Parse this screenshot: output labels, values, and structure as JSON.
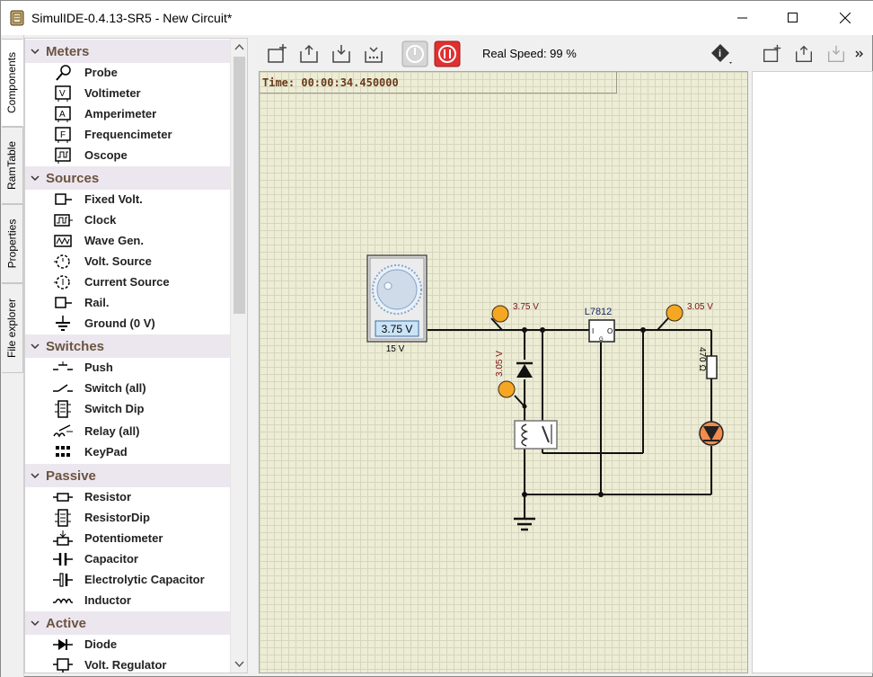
{
  "window": {
    "title": "SimulIDE-0.4.13-SR5  -  New Circuit*"
  },
  "side_tabs": [
    {
      "label": "Components"
    },
    {
      "label": "RamTable"
    },
    {
      "label": "Properties"
    },
    {
      "label": "File explorer"
    }
  ],
  "categories": [
    {
      "label": "Meters",
      "items": [
        {
          "label": "Probe",
          "icon": "probe-icon"
        },
        {
          "label": "Voltimeter",
          "icon": "voltmeter-icon"
        },
        {
          "label": "Amperimeter",
          "icon": "ammeter-icon"
        },
        {
          "label": "Frequencimeter",
          "icon": "frequency-meter-icon"
        },
        {
          "label": "Oscope",
          "icon": "oscilloscope-icon"
        }
      ]
    },
    {
      "label": "Sources",
      "items": [
        {
          "label": "Fixed Volt.",
          "icon": "fixed-volt-icon"
        },
        {
          "label": "Clock",
          "icon": "clock-icon"
        },
        {
          "label": "Wave Gen.",
          "icon": "wave-gen-icon"
        },
        {
          "label": "Volt. Source",
          "icon": "volt-source-icon"
        },
        {
          "label": "Current Source",
          "icon": "current-source-icon"
        },
        {
          "label": "Rail.",
          "icon": "rail-icon"
        },
        {
          "label": "Ground (0 V)",
          "icon": "ground-icon"
        }
      ]
    },
    {
      "label": "Switches",
      "items": [
        {
          "label": "Push",
          "icon": "push-icon"
        },
        {
          "label": "Switch (all)",
          "icon": "switch-icon"
        },
        {
          "label": "Switch Dip",
          "icon": "switch-dip-icon"
        },
        {
          "label": "Relay (all)",
          "icon": "relay-icon"
        },
        {
          "label": "KeyPad",
          "icon": "keypad-icon"
        }
      ]
    },
    {
      "label": "Passive",
      "items": [
        {
          "label": "Resistor",
          "icon": "resistor-icon"
        },
        {
          "label": "ResistorDip",
          "icon": "resistor-dip-icon"
        },
        {
          "label": "Potentiometer",
          "icon": "potentiometer-icon"
        },
        {
          "label": "Capacitor",
          "icon": "capacitor-icon"
        },
        {
          "label": "Electrolytic Capacitor",
          "icon": "electrolytic-capacitor-icon"
        },
        {
          "label": "Inductor",
          "icon": "inductor-icon"
        }
      ]
    },
    {
      "label": "Active",
      "items": [
        {
          "label": "Diode",
          "icon": "diode-icon"
        },
        {
          "label": "Volt. Regulator",
          "icon": "volt-regulator-icon"
        }
      ]
    }
  ],
  "toolbar": {
    "real_speed": "Real Speed: 99 %",
    "buttons": [
      "new-circuit",
      "open-circuit",
      "save-circuit",
      "save-as",
      "power",
      "pause"
    ]
  },
  "simulation": {
    "time": "Time: 00:00:34.450000"
  },
  "circuit": {
    "source_voltage_display": "3.75 V",
    "source_max_label": "15 V",
    "probe_left_label": "3.75 V",
    "probe_mid_label": "3.05 V",
    "probe_right_label": "3.05 V",
    "regulator_label": "L7812",
    "regulator_pin_in": "I",
    "regulator_pin_out": "O",
    "regulator_pin_gnd": "G",
    "resistor_label": "470 Ω"
  },
  "colors": {
    "accent_probe": "#f5a623",
    "led": "#f28b4b",
    "pause_button": "#e03030",
    "category_bg": "#ece7ef",
    "category_text": "#6b5440",
    "canvas_bg": "#ededd6"
  }
}
